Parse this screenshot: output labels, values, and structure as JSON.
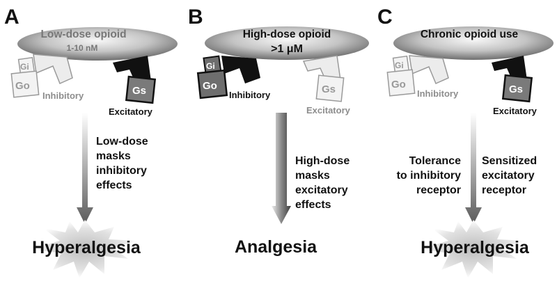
{
  "panels": [
    {
      "letter": "A",
      "membrane_label": "Low-dose opioid",
      "dose_label": "1-10 nM",
      "gi": "Gi",
      "go": "Go",
      "gs": "Gs",
      "inhibitory_label": "Inhibitory",
      "excitatory_label": "Excitatory",
      "mechanism_lines": [
        "Low-dose",
        "masks",
        "inhibitory",
        "effects"
      ],
      "outcome": "Hyperalgesia"
    },
    {
      "letter": "B",
      "membrane_label": "High-dose opioid",
      "dose_label": ">1 μM",
      "gi": "Gi",
      "go": "Go",
      "gs": "Gs",
      "inhibitory_label": "Inhibitory",
      "excitatory_label": "Excitatory",
      "mechanism_lines": [
        "High-dose",
        "masks",
        "excitatory",
        "effects"
      ],
      "outcome": "Analgesia"
    },
    {
      "letter": "C",
      "membrane_label": "Chronic opioid use",
      "gi": "Gi",
      "go": "Go",
      "gs": "Gs",
      "inhibitory_label": "Inhibitory",
      "excitatory_label": "Excitatory",
      "left_lines": [
        "Tolerance",
        "to inhibitory",
        "receptor"
      ],
      "right_lines": [
        "Sensitized",
        "excitatory",
        "receptor"
      ],
      "outcome": "Hyperalgesia"
    }
  ]
}
